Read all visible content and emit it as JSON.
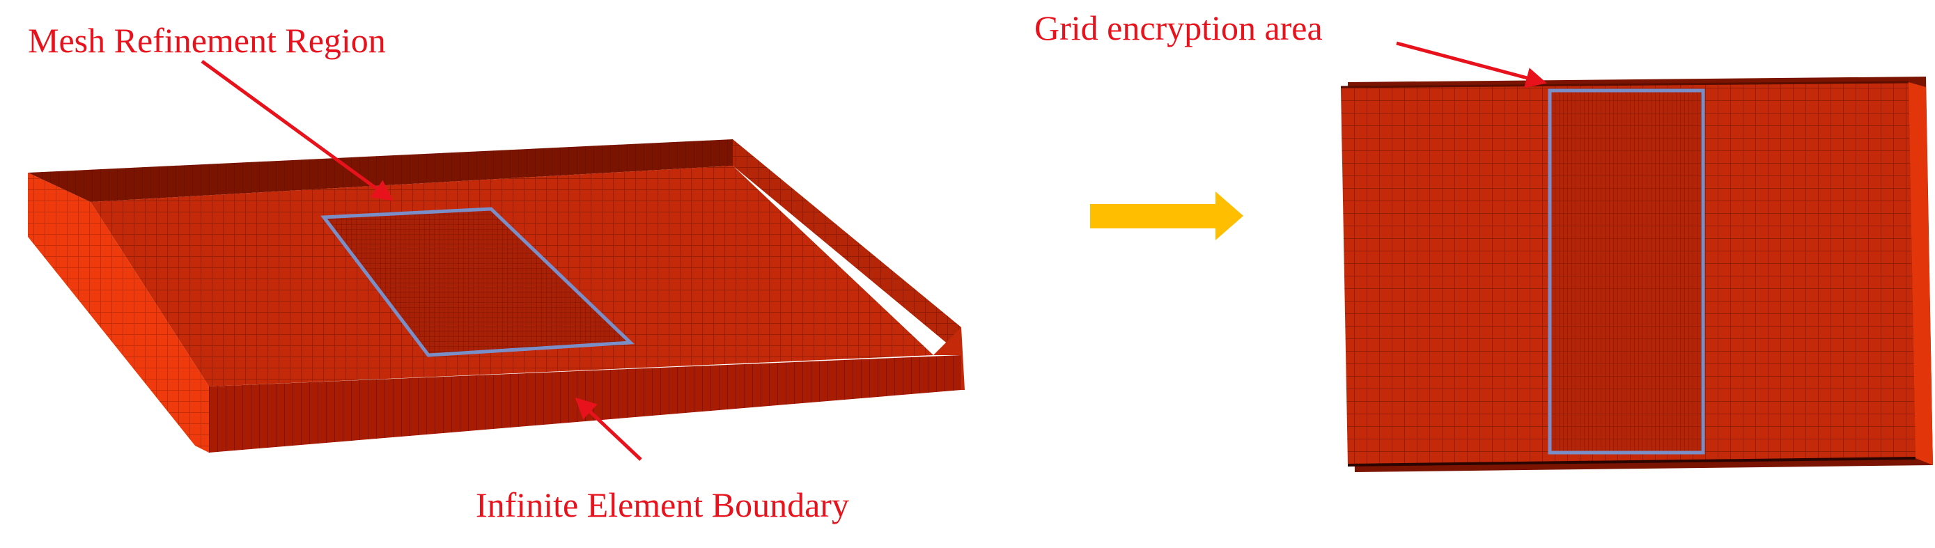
{
  "labels": {
    "mesh_refinement": "Mesh Refinement Region",
    "infinite_boundary": "Infinite Element Boundary",
    "grid_encryption": "Grid encryption area"
  },
  "colors": {
    "label_red": "#e8121c",
    "mesh_face": "#c42a0a",
    "mesh_wall": "#ee3a0c",
    "mesh_dark": "#7a1400",
    "mesh_line": "#5a0e00",
    "outline_blue": "#7a8ec8",
    "arrow_orange": "#ffbf00"
  }
}
